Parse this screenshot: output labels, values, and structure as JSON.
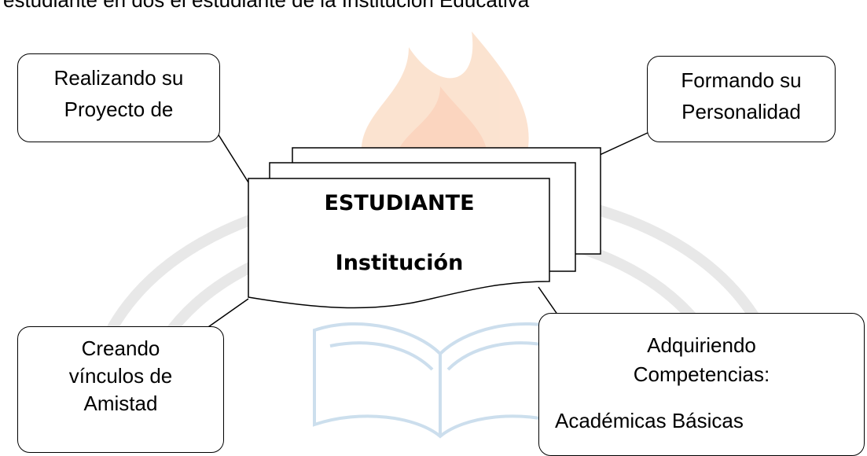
{
  "header_fragment": "estudiante en dos el estudiante de la Institución Educativa",
  "center": {
    "title": "ESTUDIANTE",
    "subtitle": "Institución"
  },
  "callouts": {
    "top_left": [
      "Realizando su",
      "Proyecto de"
    ],
    "top_right": [
      "Formando su",
      "Personalidad"
    ],
    "bottom_left": [
      "Creando",
      "vínculos de",
      "Amistad"
    ],
    "bottom_right": [
      "Adquiriendo",
      "Competencias:",
      "Académicas Básicas"
    ]
  },
  "colors": {
    "watermark_flame": "#f6b07a",
    "watermark_book": "#a9c9e3",
    "watermark_arch": "#c8c8c8",
    "lines": "#000000"
  }
}
